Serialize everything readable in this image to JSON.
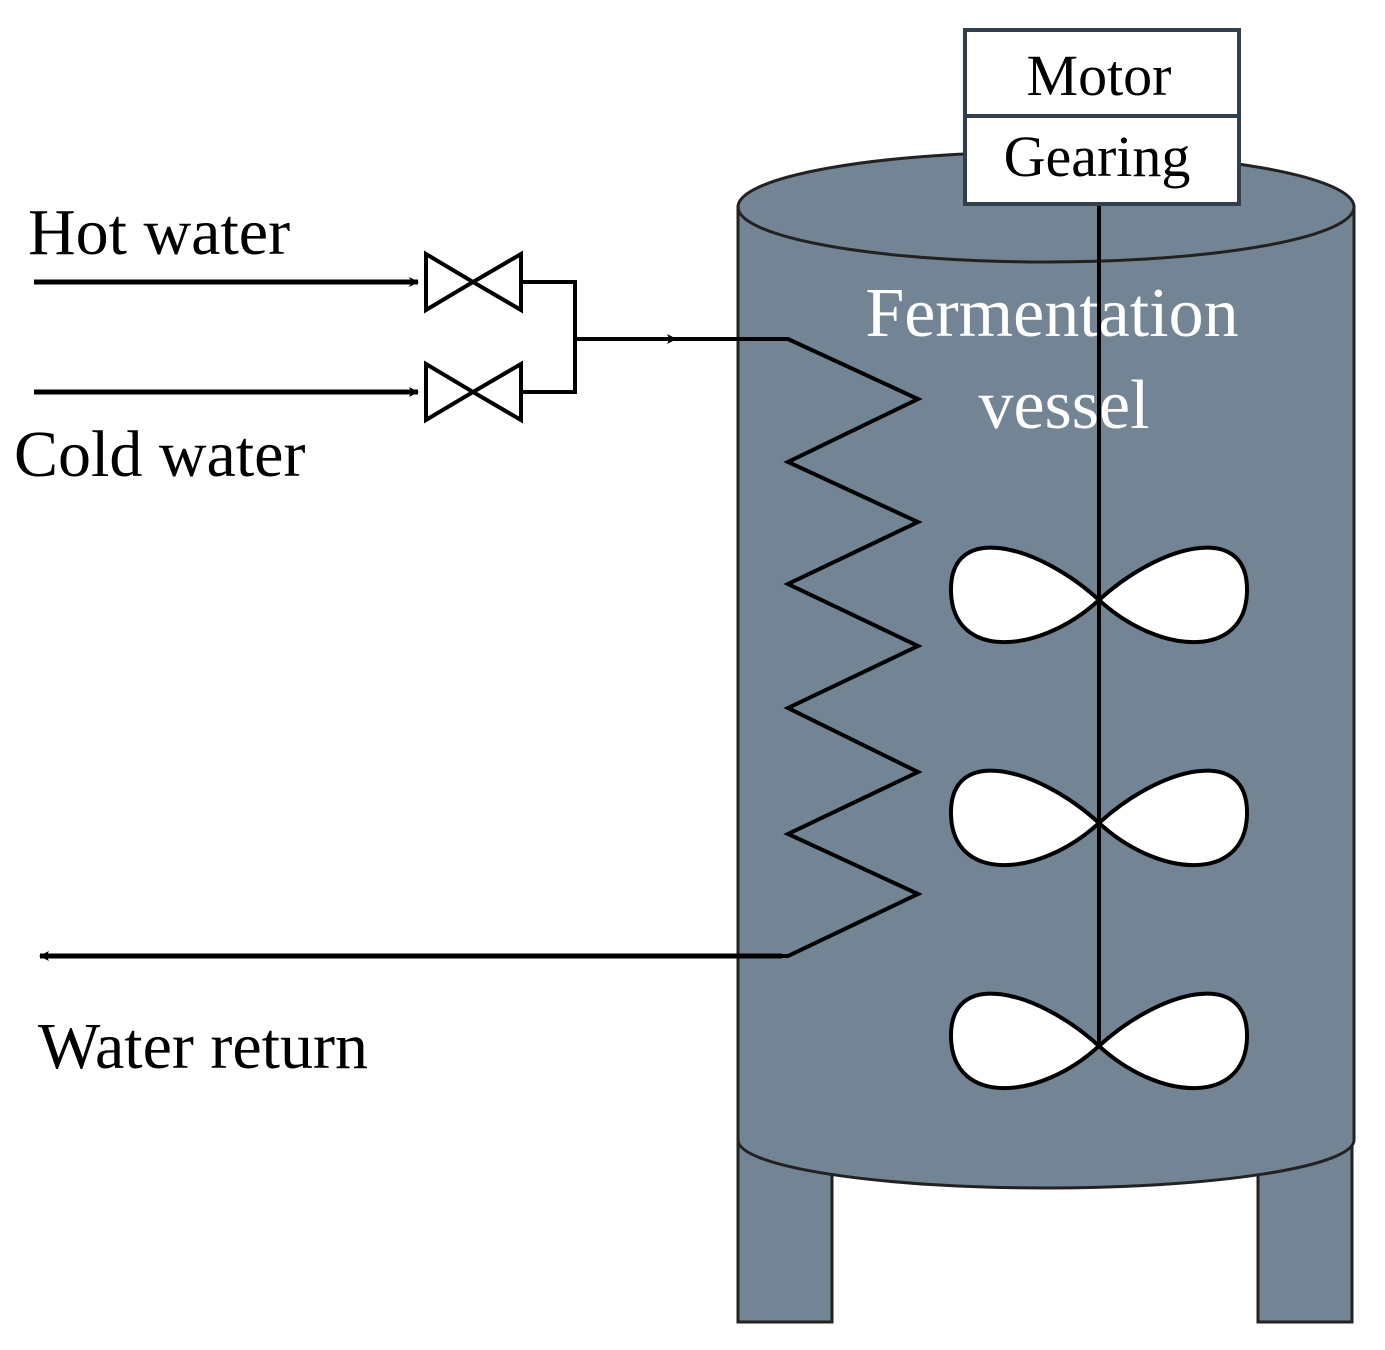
{
  "labels": {
    "hot_water": "Hot water",
    "cold_water": "Cold water",
    "water_return": "Water return",
    "motor": "Motor",
    "gearing": "Gearing",
    "vessel_line1": "Fermentation",
    "vessel_line2": "vessel"
  },
  "colors": {
    "vessel_fill": "#738594",
    "stroke": "#000000",
    "box_border": "#2f3f4c",
    "label_light": "#ffffff"
  },
  "impellers": 3
}
